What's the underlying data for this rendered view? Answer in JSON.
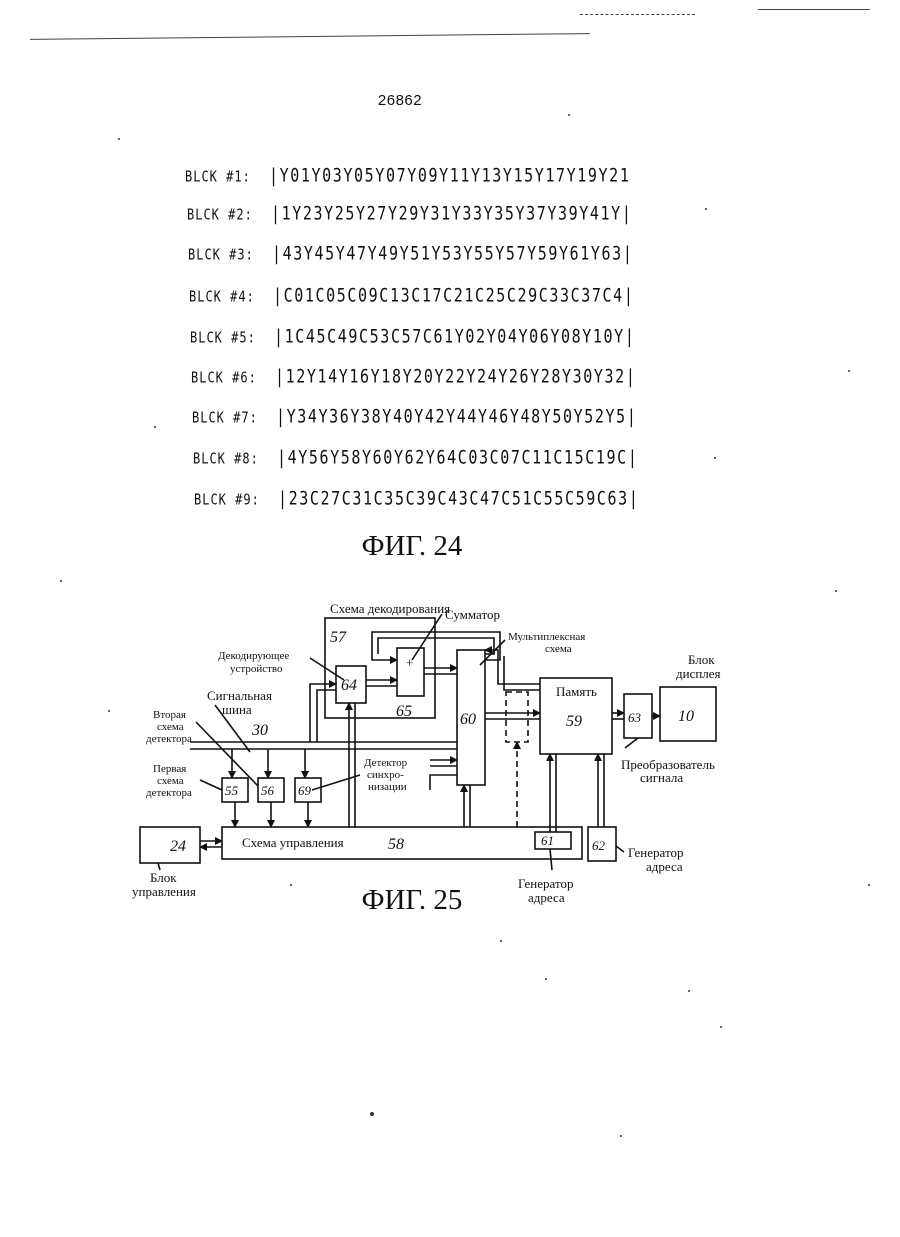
{
  "page_number": "26862",
  "fig24": {
    "caption": "ФИГ. 24",
    "rows": [
      {
        "label": "BLCK #1:",
        "data": "|Y01Y03Y05Y07Y09Y11Y13Y15Y17Y19Y21"
      },
      {
        "label": "BLCK #2:",
        "data": "|1Y23Y25Y27Y29Y31Y33Y35Y37Y39Y41Y|"
      },
      {
        "label": "BLCK #3:",
        "data": "|43Y45Y47Y49Y51Y53Y55Y57Y59Y61Y63|"
      },
      {
        "label": "BLCK #4:",
        "data": "|C01C05C09C13C17C21C25C29C33C37C4|"
      },
      {
        "label": "BLCK #5:",
        "data": "|1C45C49C53C57C61Y02Y04Y06Y08Y10Y|"
      },
      {
        "label": "BLCK #6:",
        "data": "|12Y14Y16Y18Y20Y22Y24Y26Y28Y30Y32|"
      },
      {
        "label": "BLCK #7:",
        "data": "|Y34Y36Y38Y40Y42Y44Y46Y48Y50Y52Y5|"
      },
      {
        "label": "BLCK #8:",
        "data": "|4Y56Y58Y60Y62Y64C03C07C11C15C19C|"
      },
      {
        "label": "BLCK #9:",
        "data": "|23C27C31C35C39C43C47C51C55C59C63|"
      }
    ]
  },
  "fig25": {
    "caption": "ФИГ. 25",
    "labels": {
      "decoding_scheme": "Схема декодирования",
      "adder": "Сумматор",
      "multiplex_1": "Мультиплексная",
      "multiplex_2": "схема",
      "decoding_device_1": "Декодирующее",
      "decoding_device_2": "устройство",
      "signal_bus_1": "Сигнальная",
      "signal_bus_2": "шина",
      "second_detector_1": "Вторая",
      "second_detector_2": "схема",
      "second_detector_3": "детектора",
      "first_detector_1": "Первая",
      "first_detector_2": "схема",
      "first_detector_3": "детектора",
      "sync_detector_1": "Детектор",
      "sync_detector_2": "синхро-",
      "sync_detector_3": "низации",
      "memory": "Память",
      "display_1": "Блок",
      "display_2": "дисплея",
      "converter_1": "Преобразователь",
      "converter_2": "сигнала",
      "control_scheme": "Схема управления",
      "control_unit_1": "Блок",
      "control_unit_2": "управления",
      "addr_gen_a_1": "Генератор",
      "addr_gen_a_2": "адреса",
      "addr_gen_b_1": "Генератор",
      "addr_gen_b_2": "адреса",
      "plus": "+"
    },
    "numbers": {
      "n57": "57",
      "n64": "64",
      "n65": "65",
      "n60": "60",
      "n59": "59",
      "n63": "63",
      "n10": "10",
      "n30": "30",
      "n55": "55",
      "n56": "56",
      "n69": "69",
      "n58": "58",
      "n24": "24",
      "n61": "61",
      "n62": "62"
    }
  }
}
